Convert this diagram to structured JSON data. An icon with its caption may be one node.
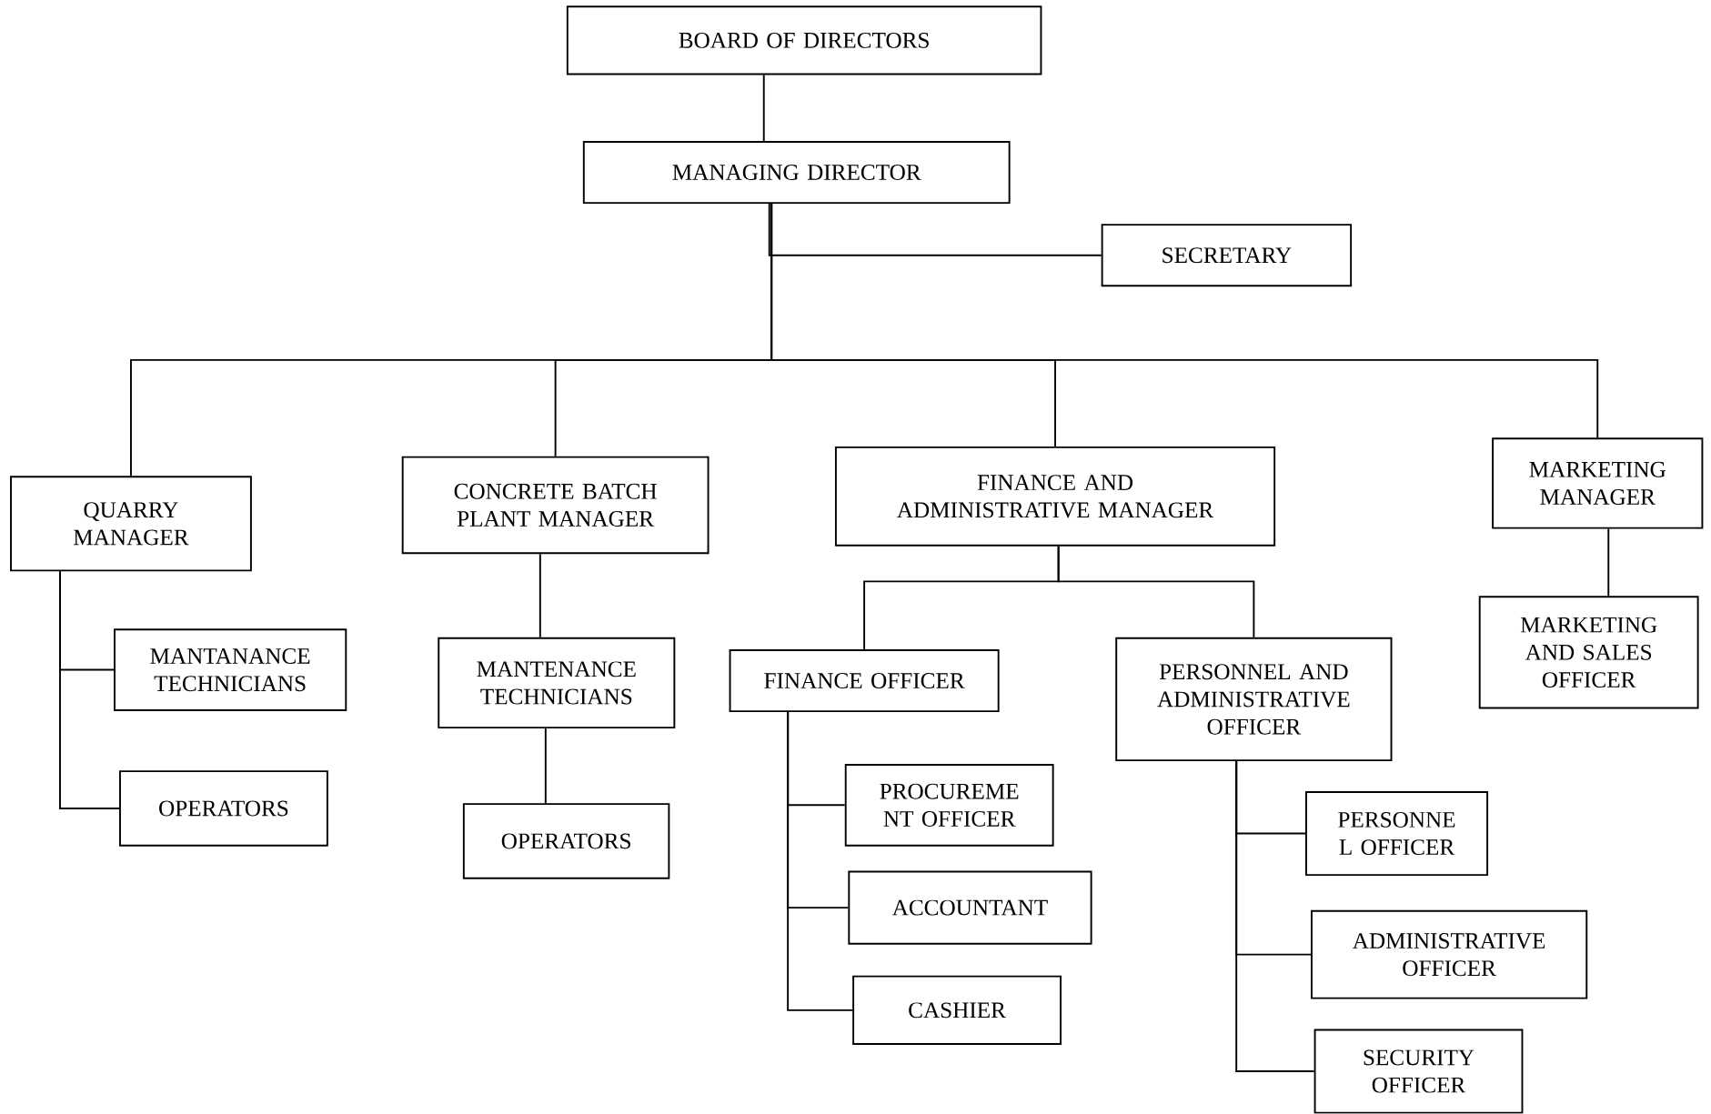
{
  "diagram": {
    "nodes": [
      {
        "text": [
          "BOARD OF DIRECTORS"
        ]
      },
      {
        "text": [
          "MANAGING DIRECTOR"
        ]
      },
      {
        "text": [
          "SECRETARY"
        ]
      },
      {
        "text": [
          "QUARRY MANAGER"
        ]
      },
      {
        "text": [
          "CONCRETE BATCH PLANT MANAGER"
        ]
      },
      {
        "text": [
          "FINANCE AND ADMINISTRATIVE MANAGER"
        ]
      },
      {
        "text": [
          "MARKETING MANAGER"
        ]
      },
      {
        "text": [
          "MANTANANCE TECHNICIANS"
        ]
      },
      {
        "text": [
          "OPERATORS"
        ]
      },
      {
        "text": [
          "MANTENANCE TECHNICIANS"
        ]
      },
      {
        "text": [
          "OPERATORS"
        ]
      },
      {
        "text": [
          "FINANCE OFFICER"
        ]
      },
      {
        "text": [
          "PERSONNEL AND ADMINISTRATIVE OFFICER"
        ]
      },
      {
        "text": [
          "MARKETING AND SALES OFFICER"
        ]
      },
      {
        "text": [
          "PROCUREME NT OFFICER"
        ]
      },
      {
        "text": [
          "ACCOUNTANT"
        ]
      },
      {
        "text": [
          "CASHIER"
        ]
      },
      {
        "text": [
          "PERSONNE L OFFICER"
        ]
      },
      {
        "text": [
          "ADMINISTRATIVE OFFICER"
        ]
      },
      {
        "text": [
          "SECURITY OFFICER"
        ]
      }
    ],
    "edges": [
      {
        "from": 0,
        "to": 1,
        "arrow": "none"
      },
      {
        "from": 1,
        "to": 2,
        "arrow": "none"
      },
      {
        "from": 1,
        "to": 3,
        "arrow": "none"
      },
      {
        "from": 1,
        "to": 4,
        "arrow": "none"
      },
      {
        "from": 1,
        "to": 5,
        "arrow": "none"
      },
      {
        "from": 1,
        "to": 6,
        "arrow": "none"
      },
      {
        "from": 3,
        "to": 7,
        "arrow": "none"
      },
      {
        "from": 3,
        "to": 8,
        "arrow": "none"
      },
      {
        "from": 4,
        "to": 9,
        "arrow": "none"
      },
      {
        "from": 9,
        "to": 10,
        "arrow": "none"
      },
      {
        "from": 5,
        "to": 11,
        "arrow": "none"
      },
      {
        "from": 5,
        "to": 12,
        "arrow": "none"
      },
      {
        "from": 6,
        "to": 13,
        "arrow": "none"
      },
      {
        "from": 11,
        "to": 14,
        "arrow": "none"
      },
      {
        "from": 11,
        "to": 15,
        "arrow": "none"
      },
      {
        "from": 11,
        "to": 16,
        "arrow": "none"
      },
      {
        "from": 12,
        "to": 17,
        "arrow": "none"
      },
      {
        "from": 12,
        "to": 18,
        "arrow": "none"
      },
      {
        "from": 12,
        "to": 19,
        "arrow": "none"
      }
    ]
  }
}
